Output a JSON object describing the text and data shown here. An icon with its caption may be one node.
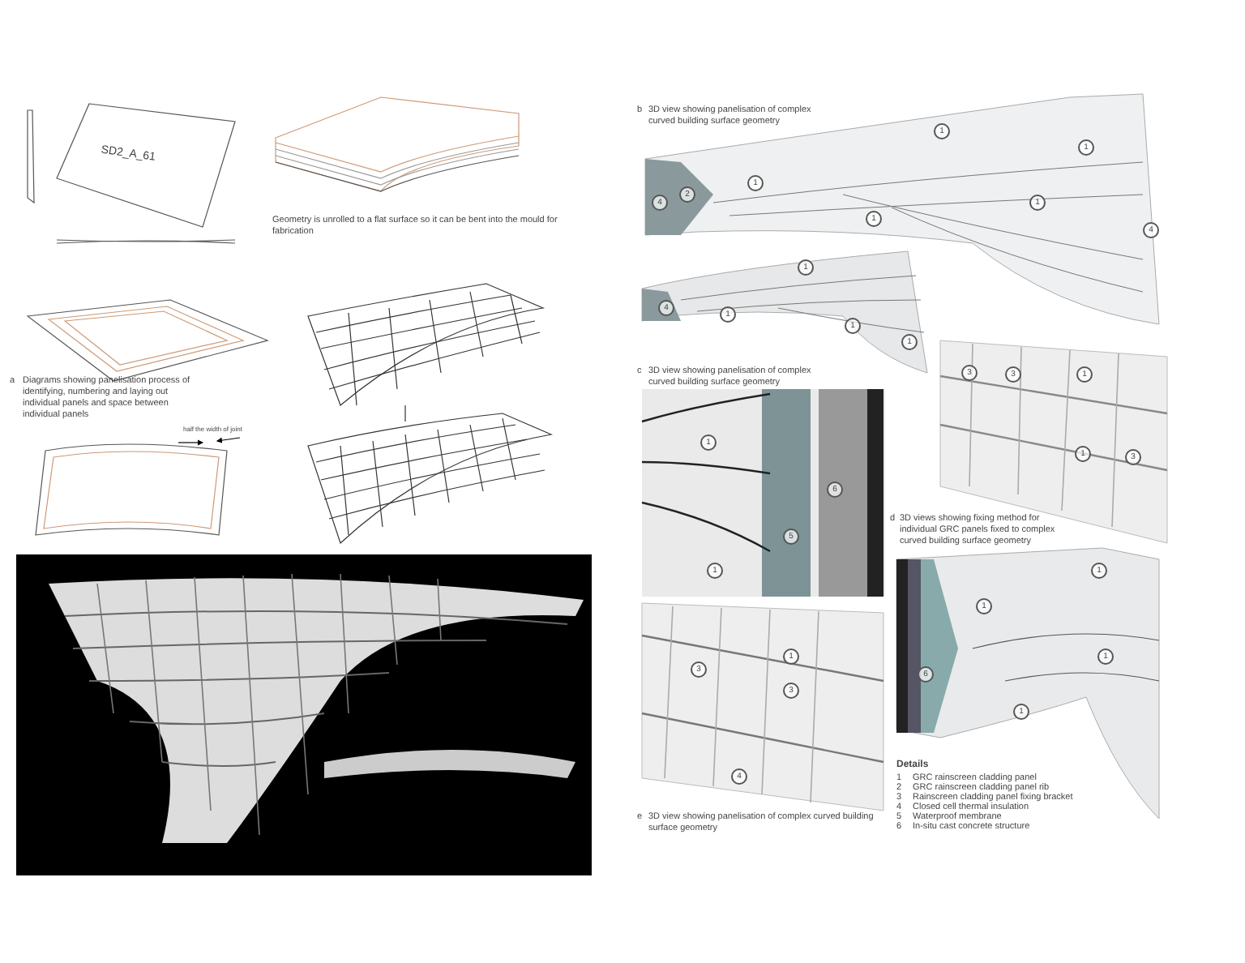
{
  "diagram": {
    "labels": [
      "SD2_A_61",
      "Geometry is unrolled to a flat surface so it can be bent into the mould for fabrication",
      "a",
      "Diagrams showing panelisation process of identifying, numbering and laying out individual panels and space between individual panels",
      "half the width of joint",
      "b",
      "3D view showing panelisation of complex curved building surface geometry",
      "1",
      "1",
      "1",
      "2",
      "4",
      "1",
      "1",
      "4",
      "1",
      "4",
      "1",
      "1",
      "1",
      "c",
      "3D view showing panelisation of complex curved building surface geometry",
      "3",
      "3",
      "1",
      "3",
      "1",
      "1",
      "6",
      "5",
      "1",
      "d",
      "3D views showing fixing method for individual GRC panels fixed to complex curved building surface geometry",
      "1",
      "1",
      "1",
      "6",
      "1",
      "1",
      "3",
      "3",
      "4",
      "e",
      "3D view showing panelisation of complex curved building surface geometry",
      "Details",
      "1",
      "GRC rainscreen cladding panel",
      "2",
      "GRC rainscreen cladding panel rib",
      "3",
      "Rainscreen cladding panel fixing bracket",
      "4",
      "Closed cell thermal insulation",
      "5",
      "Waterproof membrane",
      "6",
      "In-situ cast concrete structure"
    ]
  }
}
